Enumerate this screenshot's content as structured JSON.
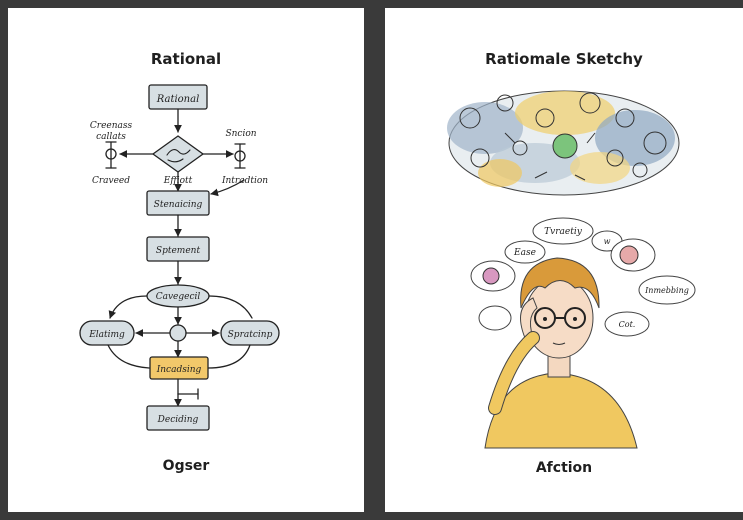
{
  "left_panel": {
    "title": "Rational",
    "footer": "Ogser",
    "nodes": {
      "top": "Rational",
      "left_top_a": "Creenass",
      "left_top_b": "callats",
      "right_top": "Sncion",
      "left_bottom": "Craveed",
      "center_bottom": "Effiott",
      "right_bottom": "Intradtion",
      "step2": "Stenaicing",
      "step3": "Sptement",
      "oval": "Cavegecil",
      "left_pill": "Elatimg",
      "right_pill": "Spratcinp",
      "highlight": "Incadsing",
      "final": "Deciding"
    }
  },
  "right_panel": {
    "title": "Ratiomale Sketchy",
    "footer": "Afction",
    "bubbles": {
      "top": "Tvraetiy",
      "top_right": "w",
      "left": "Ease",
      "right": "Inmebbing",
      "right_lower": "Cot."
    }
  },
  "colors": {
    "background": "#3a3a3a",
    "panel": "#ffffff",
    "node_fill": "#d7dfe3",
    "highlight_fill": "#f2c86a",
    "hair": "#d99a3a",
    "shirt": "#f0c860"
  }
}
